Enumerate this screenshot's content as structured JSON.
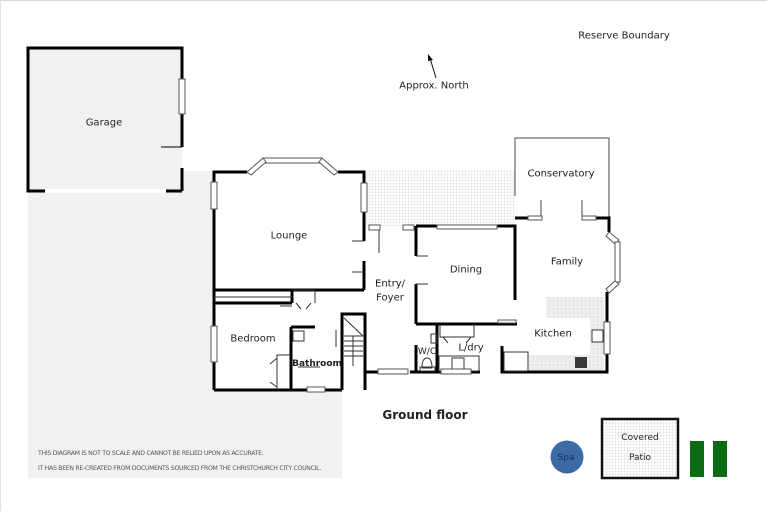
{
  "plan": {
    "title": "Ground floor",
    "north_label": "Approx. North",
    "boundary_label": "Reserve Boundary",
    "rooms": [
      {
        "id": "garage",
        "label": "Garage"
      },
      {
        "id": "lounge",
        "label": "Lounge"
      },
      {
        "id": "conservatory",
        "label": "Conservatory"
      },
      {
        "id": "entry",
        "label": "Entry/"
      },
      {
        "id": "foyer",
        "label": "Foyer"
      },
      {
        "id": "dining",
        "label": "Dining"
      },
      {
        "id": "family",
        "label": "Family"
      },
      {
        "id": "kitchen",
        "label": "Kitchen"
      },
      {
        "id": "bedroom",
        "label": "Bedroom"
      },
      {
        "id": "bathroom",
        "label": "Bathroom"
      },
      {
        "id": "wc",
        "label": "W/C"
      },
      {
        "id": "laundry",
        "label": "L/dry"
      }
    ],
    "outdoor": {
      "spa": "Spa",
      "patio_line1": "Covered",
      "patio_line2": "Patio"
    },
    "disclaimer": [
      "THIS DIAGRAM IS NOT TO SCALE AND CANNOT BE RELIED UPON AS ACCURATE.",
      "IT HAS BEEN RE-CREATED FROM DOCUMENTS SOURCED FROM THE CHRISTCHURCH CITY COUNCIL."
    ],
    "colors": {
      "wall": "#000000",
      "grey_fill": "#f1f1f1",
      "spa": "#3d6aa5",
      "hedge": "#0b6b12",
      "grid": "#c8c8c8"
    }
  }
}
